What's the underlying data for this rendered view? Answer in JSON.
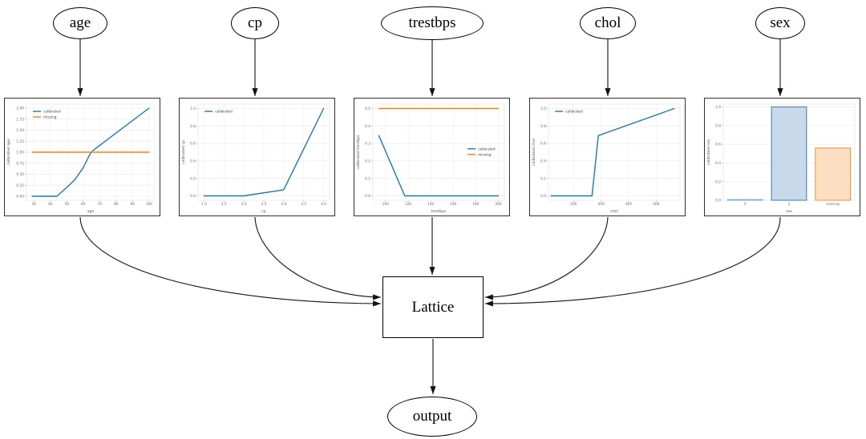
{
  "diagram": {
    "nodes": {
      "age": "age",
      "cp": "cp",
      "trestbps": "trestbps",
      "chol": "chol",
      "sex": "sex",
      "lattice": "Lattice",
      "output": "output"
    }
  },
  "colors": {
    "calibrated_line": "#1f77b4",
    "missing_line": "#ff7f0e",
    "edge": "#111111"
  },
  "chart_data": [
    {
      "type": "line",
      "xlabel": "age",
      "ylabel": "calibrated age",
      "xlim": [
        25.5,
        103.5
      ],
      "ylim": [
        -0.09,
        2.09
      ],
      "xticks": {
        "values": [
          30,
          40,
          50,
          60,
          70,
          80,
          90,
          100
        ],
        "labels": [
          "30",
          "40",
          "50",
          "60",
          "70",
          "80",
          "90",
          "100"
        ]
      },
      "yticks": {
        "values": [
          0,
          0.25,
          0.5,
          0.75,
          1,
          1.25,
          1.5,
          1.75,
          2
        ],
        "labels": [
          "0.00",
          "0.25",
          "0.50",
          "0.75",
          "1.00",
          "1.25",
          "1.50",
          "1.75",
          "2.00"
        ]
      },
      "series": [
        {
          "name": "calibrated",
          "color": "#1f77b4",
          "x": [
            29,
            44,
            50,
            55,
            60,
            64,
            66,
            100
          ],
          "y": [
            0,
            0,
            0.2,
            0.38,
            0.65,
            0.95,
            1.04,
            2.0
          ]
        },
        {
          "name": "missing",
          "color": "#ff7f0e",
          "x": [
            29,
            100
          ],
          "y": [
            1.0,
            1.0
          ]
        }
      ],
      "legend": {
        "fx": 0.05,
        "fy": 0.05,
        "entries": [
          {
            "label": "calibrated",
            "color": "#1f77b4"
          },
          {
            "label": "missing",
            "color": "#ff7f0e"
          }
        ]
      }
    },
    {
      "type": "line",
      "xlabel": "cp",
      "ylabel": "calibrated cp",
      "xlim": [
        0.85,
        4.15
      ],
      "ylim": [
        -0.05,
        1.05
      ],
      "xticks": {
        "values": [
          1,
          1.5,
          2,
          2.5,
          3,
          3.5,
          4
        ],
        "labels": [
          "1.0",
          "1.5",
          "2.0",
          "2.5",
          "3.0",
          "3.5",
          "4.0"
        ]
      },
      "yticks": {
        "values": [
          0,
          0.2,
          0.4,
          0.6,
          0.8,
          1
        ],
        "labels": [
          "0.0",
          "0.2",
          "0.4",
          "0.6",
          "0.8",
          "1.0"
        ]
      },
      "series": [
        {
          "name": "calibrated",
          "color": "#1f77b4",
          "x": [
            1,
            2,
            3,
            4
          ],
          "y": [
            0,
            0,
            0.07,
            1.0
          ]
        }
      ],
      "legend": {
        "fx": 0.05,
        "fy": 0.05,
        "entries": [
          {
            "label": "calibrated",
            "color": "#1f77b4"
          }
        ]
      }
    },
    {
      "type": "line",
      "xlabel": "trestbps",
      "ylabel": "calibrated trestbps",
      "xlim": [
        88.7,
        205.3
      ],
      "ylim": [
        -0.025,
        0.525
      ],
      "xticks": {
        "values": [
          100,
          120,
          140,
          160,
          180,
          200
        ],
        "labels": [
          "100",
          "120",
          "140",
          "160",
          "180",
          "200"
        ]
      },
      "yticks": {
        "values": [
          0,
          0.1,
          0.2,
          0.3,
          0.4,
          0.5
        ],
        "labels": [
          "0.0",
          "0.1",
          "0.2",
          "0.3",
          "0.4",
          "0.5"
        ]
      },
      "series": [
        {
          "name": "calibrated",
          "color": "#1f77b4",
          "x": [
            94,
            117,
            200
          ],
          "y": [
            0.345,
            0,
            0
          ]
        },
        {
          "name": "missing",
          "color": "#ff7f0e",
          "x": [
            94,
            200
          ],
          "y": [
            0.5,
            0.5
          ]
        }
      ],
      "legend": {
        "fx": 0.72,
        "fy": 0.44,
        "entries": [
          {
            "label": "calibrated",
            "color": "#1f77b4"
          },
          {
            "label": "missing",
            "color": "#ff7f0e"
          }
        ]
      }
    },
    {
      "type": "line",
      "xlabel": "chol",
      "ylabel": "calibrated chol",
      "xlim": [
        109,
        586
      ],
      "ylim": [
        -0.05,
        1.05
      ],
      "xticks": {
        "values": [
          200,
          300,
          400,
          500
        ],
        "labels": [
          "200",
          "300",
          "400",
          "500"
        ]
      },
      "yticks": {
        "values": [
          0,
          0.2,
          0.4,
          0.6,
          0.8,
          1
        ],
        "labels": [
          "0.0",
          "0.2",
          "0.4",
          "0.6",
          "0.8",
          "1.0"
        ]
      },
      "series": [
        {
          "name": "calibrated",
          "color": "#1f77b4",
          "x": [
            118,
            267,
            290,
            565
          ],
          "y": [
            0,
            0,
            0.69,
            1.0
          ]
        }
      ],
      "legend": {
        "fx": 0.05,
        "fy": 0.05,
        "entries": [
          {
            "label": "calibrated",
            "color": "#1f77b4"
          }
        ]
      }
    },
    {
      "type": "bar",
      "xlabel": "sex",
      "ylabel": "calibrated sex",
      "ylim": [
        0,
        1.03
      ],
      "yticks": {
        "values": [
          0,
          0.2,
          0.4,
          0.6,
          0.8,
          1
        ],
        "labels": [
          "0.0",
          "0.2",
          "0.4",
          "0.6",
          "0.8",
          "1.0"
        ]
      },
      "categories": [
        "0",
        "1",
        "missing"
      ],
      "values": [
        0.008,
        1.0,
        0.56
      ],
      "bar_colors": [
        {
          "fill": "#cfdeed",
          "stroke": "#7fb1d6"
        },
        {
          "fill": "#c7d9ea",
          "stroke": "#2e7ebc"
        },
        {
          "fill": "#fcdfc2",
          "stroke": "#fb8e2a"
        }
      ]
    }
  ]
}
